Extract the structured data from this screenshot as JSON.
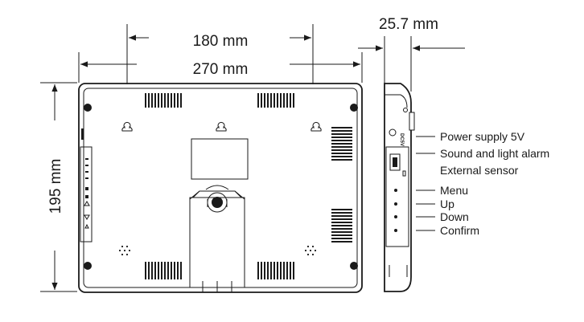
{
  "dimensions": {
    "mount_spacing": "180 mm",
    "width": "270 mm",
    "height": "195 mm",
    "depth": "25.7 mm"
  },
  "side_labels": {
    "port": "DC5V"
  },
  "callouts": [
    "Power supply 5V",
    "Sound and light alarm",
    "External sensor",
    "Menu",
    "Up",
    "Down",
    "Confirm"
  ],
  "colors": {
    "line": "#1a1a1a",
    "background": "#ffffff"
  },
  "icons": [
    "arrow-icon",
    "keyhole-icon",
    "vent-grille-icon",
    "screw-hole-icon",
    "speaker-holes-icon"
  ]
}
